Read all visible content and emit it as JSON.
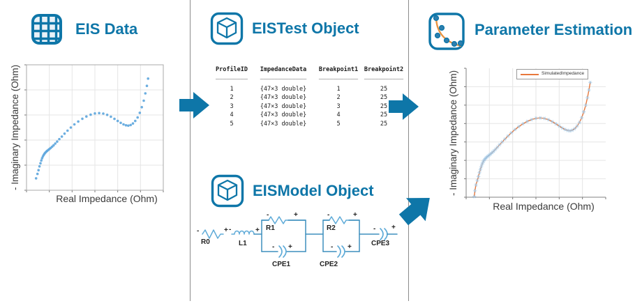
{
  "panels": {
    "eis_data": {
      "title": "EIS Data"
    },
    "eistest": {
      "title": "EISTest Object"
    },
    "eismodel": {
      "title": "EISModel Object"
    },
    "param_est": {
      "title": "Parameter Estimation"
    }
  },
  "eistest_table": {
    "headers": [
      "ProfileID",
      "ImpedanceData",
      "Breakpoint1",
      "Breakpoint2"
    ],
    "rules": [
      "_________",
      "_____________",
      "___________",
      "___________"
    ],
    "rows": [
      [
        "1",
        "{47×3 double}",
        "1",
        "25"
      ],
      [
        "2",
        "{47×3 double}",
        "2",
        "25"
      ],
      [
        "3",
        "{47×3 double}",
        "3",
        "25"
      ],
      [
        "4",
        "{47×3 double}",
        "4",
        "25"
      ],
      [
        "5",
        "{47×3 double}",
        "5",
        "25"
      ]
    ]
  },
  "circuit": {
    "labels": {
      "r0": "R0",
      "l1": "L1",
      "r1": "R1",
      "cpe1": "CPE1",
      "r2": "R2",
      "cpe2": "CPE2",
      "cpe3": "CPE3"
    },
    "plus": "+",
    "minus": "-"
  },
  "colors": {
    "brand_blue": "#0e76a8",
    "arrow_blue": "#0e76a8",
    "scatter_blue": "#5ca5dd",
    "marker_blue": "#9cc6e6",
    "sim_orange": "#e8783c",
    "icon_orange": "#e8923f",
    "circuit_wire": "#3e8fbd",
    "circuit_component": "#5fabd8",
    "divider_gray": "#8c8c8c"
  },
  "chart_data": [
    {
      "id": "plot-eis",
      "type": "scatter",
      "title": "",
      "xlabel": "Real Impedance (Ohm)",
      "ylabel": "- Imaginary Impedance (Ohm)",
      "xlim": [
        0,
        1
      ],
      "ylim": [
        0,
        1
      ],
      "grid": {
        "on": true,
        "x_divisions": 6,
        "y_divisions": 5,
        "color": "#e5e5e5"
      },
      "box": true,
      "axis_color": "#a8a8a8",
      "tick_color": "#777777",
      "marker": "dot",
      "marker_color": "#5ca5dd",
      "points": [
        [
          0.07,
          0.095
        ],
        [
          0.08,
          0.13
        ],
        [
          0.088,
          0.16
        ],
        [
          0.095,
          0.19
        ],
        [
          0.102,
          0.215
        ],
        [
          0.108,
          0.237
        ],
        [
          0.114,
          0.255
        ],
        [
          0.12,
          0.27
        ],
        [
          0.126,
          0.282
        ],
        [
          0.132,
          0.292
        ],
        [
          0.138,
          0.3
        ],
        [
          0.145,
          0.308
        ],
        [
          0.152,
          0.315
        ],
        [
          0.16,
          0.322
        ],
        [
          0.168,
          0.329
        ],
        [
          0.177,
          0.337
        ],
        [
          0.187,
          0.347
        ],
        [
          0.198,
          0.358
        ],
        [
          0.21,
          0.372
        ],
        [
          0.224,
          0.388
        ],
        [
          0.24,
          0.407
        ],
        [
          0.258,
          0.428
        ],
        [
          0.278,
          0.451
        ],
        [
          0.3,
          0.475
        ],
        [
          0.324,
          0.5
        ],
        [
          0.35,
          0.525
        ],
        [
          0.378,
          0.548
        ],
        [
          0.408,
          0.57
        ],
        [
          0.438,
          0.588
        ],
        [
          0.469,
          0.602
        ],
        [
          0.5,
          0.612
        ],
        [
          0.531,
          0.615
        ],
        [
          0.561,
          0.611
        ],
        [
          0.59,
          0.601
        ],
        [
          0.617,
          0.586
        ],
        [
          0.643,
          0.569
        ],
        [
          0.667,
          0.552
        ],
        [
          0.689,
          0.537
        ],
        [
          0.709,
          0.525
        ],
        [
          0.727,
          0.518
        ],
        [
          0.744,
          0.515
        ],
        [
          0.761,
          0.52
        ],
        [
          0.778,
          0.532
        ],
        [
          0.795,
          0.552
        ],
        [
          0.812,
          0.58
        ],
        [
          0.828,
          0.617
        ],
        [
          0.843,
          0.662
        ],
        [
          0.857,
          0.714
        ],
        [
          0.869,
          0.772
        ],
        [
          0.88,
          0.832
        ],
        [
          0.889,
          0.89
        ]
      ]
    },
    {
      "id": "plot-param",
      "type": "line+scatter",
      "title": "",
      "xlabel": "Real Impedance (Ohm)",
      "ylabel": "- Imaginary Impedance (Ohm)",
      "xlim": [
        0,
        1
      ],
      "ylim": [
        0,
        1
      ],
      "grid": {
        "on": true,
        "x_divisions": 6,
        "y_divisions": 7,
        "color": "#e5e5e5"
      },
      "box": false,
      "axis_color": "#808080",
      "tick_color": "#777777",
      "legend": [
        "SimulatedImpedance"
      ],
      "legend_position": "north",
      "line_color": "#e8783c",
      "marker": "asterisk",
      "marker_color": "#9cc6e6",
      "points": [
        [
          0.058,
          0.005
        ],
        [
          0.063,
          0.05
        ],
        [
          0.07,
          0.095
        ],
        [
          0.08,
          0.13
        ],
        [
          0.088,
          0.16
        ],
        [
          0.095,
          0.19
        ],
        [
          0.102,
          0.215
        ],
        [
          0.108,
          0.237
        ],
        [
          0.114,
          0.255
        ],
        [
          0.12,
          0.27
        ],
        [
          0.126,
          0.282
        ],
        [
          0.132,
          0.292
        ],
        [
          0.138,
          0.3
        ],
        [
          0.145,
          0.308
        ],
        [
          0.152,
          0.315
        ],
        [
          0.16,
          0.322
        ],
        [
          0.168,
          0.329
        ],
        [
          0.177,
          0.337
        ],
        [
          0.187,
          0.347
        ],
        [
          0.198,
          0.358
        ],
        [
          0.21,
          0.372
        ],
        [
          0.224,
          0.388
        ],
        [
          0.24,
          0.407
        ],
        [
          0.258,
          0.428
        ],
        [
          0.278,
          0.451
        ],
        [
          0.3,
          0.475
        ],
        [
          0.324,
          0.5
        ],
        [
          0.35,
          0.525
        ],
        [
          0.378,
          0.548
        ],
        [
          0.408,
          0.57
        ],
        [
          0.438,
          0.588
        ],
        [
          0.469,
          0.602
        ],
        [
          0.5,
          0.612
        ],
        [
          0.531,
          0.615
        ],
        [
          0.561,
          0.611
        ],
        [
          0.59,
          0.601
        ],
        [
          0.617,
          0.586
        ],
        [
          0.643,
          0.569
        ],
        [
          0.667,
          0.552
        ],
        [
          0.689,
          0.537
        ],
        [
          0.709,
          0.525
        ],
        [
          0.727,
          0.518
        ],
        [
          0.744,
          0.515
        ],
        [
          0.761,
          0.52
        ],
        [
          0.778,
          0.532
        ],
        [
          0.795,
          0.552
        ],
        [
          0.812,
          0.58
        ],
        [
          0.828,
          0.617
        ],
        [
          0.843,
          0.662
        ],
        [
          0.857,
          0.714
        ],
        [
          0.869,
          0.772
        ],
        [
          0.88,
          0.832
        ],
        [
          0.889,
          0.89
        ]
      ]
    }
  ]
}
